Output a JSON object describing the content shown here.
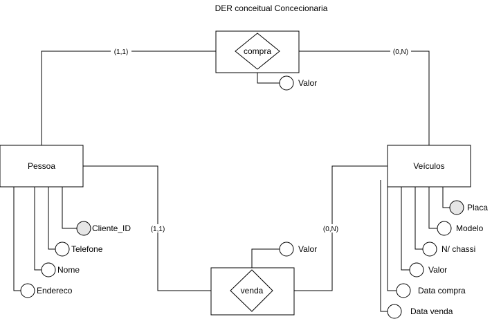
{
  "title": "DER conceitual Concecionaria",
  "entities": {
    "pessoa": "Pessoa",
    "veiculos": "Veículos"
  },
  "relationships": {
    "compra": "compra",
    "venda": "venda"
  },
  "cardinalities": {
    "compra_pessoa": "(1,1)",
    "compra_veiculos": "(0,N)",
    "venda_pessoa": "(1,1)",
    "venda_veiculos": "(0,N)"
  },
  "attributes": {
    "compra_valor": "Valor",
    "venda_valor": "Valor",
    "pessoa": [
      "Cliente_ID",
      "Telefone",
      "Nome",
      "Endereco"
    ],
    "veiculos": [
      "Placa",
      "Modelo",
      "N/ chassi",
      "Valor",
      "Data compra",
      "Data venda"
    ]
  },
  "key_attributes": [
    "Cliente_ID",
    "Placa"
  ]
}
